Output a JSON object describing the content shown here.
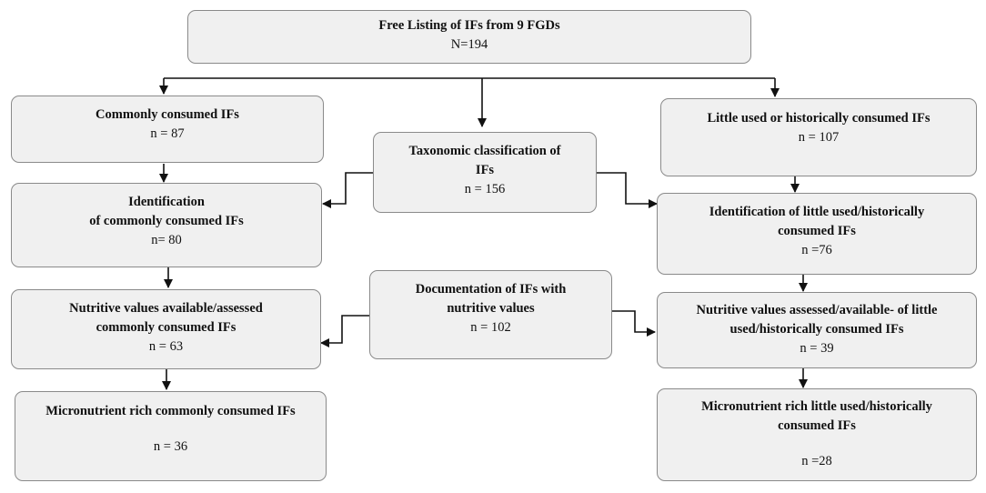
{
  "nodes": {
    "root": {
      "title": "Free Listing of IFs from 9 FGDs",
      "count": "N=194"
    },
    "common": {
      "title": "Commonly consumed IFs",
      "count": "n = 87"
    },
    "taxonomic": {
      "title_1": "Taxonomic classification of",
      "title_2": "IFs",
      "count": "n = 156"
    },
    "little": {
      "title": "Little used or historically consumed IFs",
      "count": "n = 107"
    },
    "ident_common": {
      "title_1": "Identification",
      "title_2": "of commonly consumed IFs",
      "count": "n= 80"
    },
    "ident_little": {
      "title_1": "Identification of little used/historically",
      "title_2": "consumed IFs",
      "count": "n =76"
    },
    "doc": {
      "title_1": "Documentation of IFs with",
      "title_2": "nutritive values",
      "count": "n = 102"
    },
    "nutri_common": {
      "title_1": "Nutritive values available/assessed",
      "title_2": "commonly consumed IFs",
      "count": "n = 63"
    },
    "nutri_little": {
      "title_1": "Nutritive values assessed/available- of little",
      "title_2": "used/historically consumed IFs",
      "count": "n = 39"
    },
    "micro_common": {
      "title": "Micronutrient rich commonly consumed IFs",
      "count": "n = 36"
    },
    "micro_little": {
      "title_1": "Micronutrient rich little used/historically",
      "title_2": "consumed IFs",
      "count": "n =28"
    }
  },
  "colors": {
    "box_fill": "#f0f0f0",
    "box_border": "#8a8a8a",
    "arrow": "#111111"
  }
}
